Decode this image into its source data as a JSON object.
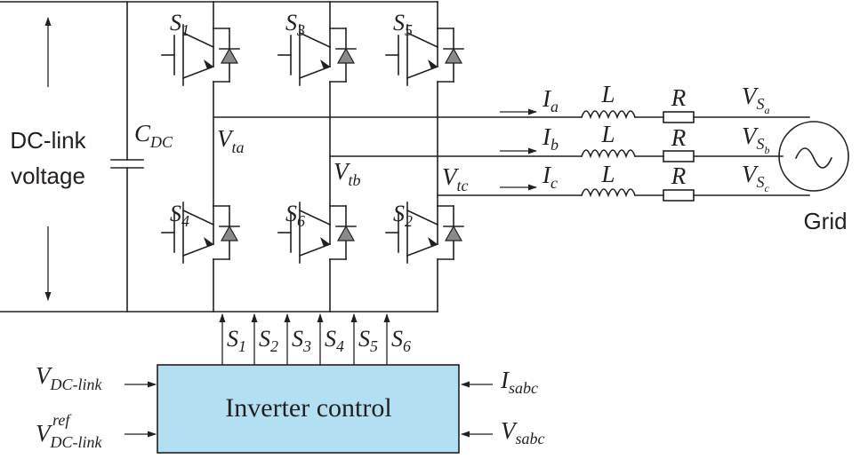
{
  "dc_link": {
    "line1": "DC-link",
    "line2": "voltage"
  },
  "capacitor": {
    "main": "C",
    "sub": "DC"
  },
  "switches": [
    {
      "main": "S",
      "sub": "1"
    },
    {
      "main": "S",
      "sub": "3"
    },
    {
      "main": "S",
      "sub": "5"
    },
    {
      "main": "S",
      "sub": "4"
    },
    {
      "main": "S",
      "sub": "6"
    },
    {
      "main": "S",
      "sub": "2"
    }
  ],
  "terminals": [
    {
      "main": "V",
      "sub": "ta"
    },
    {
      "main": "V",
      "sub": "tb"
    },
    {
      "main": "V",
      "sub": "tc"
    }
  ],
  "phases": [
    {
      "current": "I",
      "current_sub": "a",
      "inductor": "L",
      "resistor": "R",
      "voltage": "V",
      "voltage_sub": "S",
      "voltage_subsub": "a"
    },
    {
      "current": "I",
      "current_sub": "b",
      "inductor": "L",
      "resistor": "R",
      "voltage": "V",
      "voltage_sub": "S",
      "voltage_subsub": "b"
    },
    {
      "current": "I",
      "current_sub": "c",
      "inductor": "L",
      "resistor": "R",
      "voltage": "V",
      "voltage_sub": "S",
      "voltage_subsub": "c"
    }
  ],
  "grid_label": "Grid",
  "gate_signals": [
    {
      "main": "S",
      "sub": "1"
    },
    {
      "main": "S",
      "sub": "2"
    },
    {
      "main": "S",
      "sub": "3"
    },
    {
      "main": "S",
      "sub": "4"
    },
    {
      "main": "S",
      "sub": "5"
    },
    {
      "main": "S",
      "sub": "6"
    }
  ],
  "control": {
    "title": "Inverter control",
    "inputs_left": [
      {
        "main": "V",
        "sub": "DC-link",
        "sup": ""
      },
      {
        "main": "V",
        "sub": "DC-link",
        "sup": "ref"
      }
    ],
    "inputs_right": [
      {
        "main": "I",
        "sub": "sabc"
      },
      {
        "main": "V",
        "sub": "sabc"
      }
    ]
  }
}
